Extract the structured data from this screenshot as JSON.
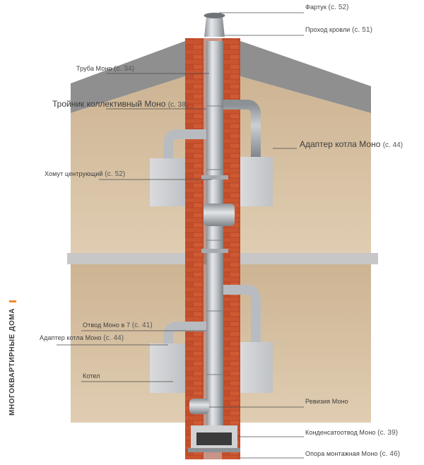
{
  "side_title": "МНОГОКВАРТИРНЫЕ ДОМА",
  "colors": {
    "accent": "#f08a24",
    "wall": "#d8c3a4",
    "brick": "#c14a2b",
    "steel": "#b9bec3"
  },
  "labels": [
    {
      "id": "fartuk",
      "name": "Фартук",
      "ref": "(с. 52)"
    },
    {
      "id": "prokhod",
      "name": "Проход кровли",
      "ref": "(с. 51)"
    },
    {
      "id": "truba",
      "name": "Труба Моно",
      "ref": "(с. 34)"
    },
    {
      "id": "troinik",
      "name": "Тройник коллективный Моно",
      "ref": "(с. 38)"
    },
    {
      "id": "adapter_top",
      "name": "Адаптер котла Моно",
      "ref": "(с. 44)"
    },
    {
      "id": "khomut",
      "name": "Хомут центрующий",
      "ref": "(с. 52)"
    },
    {
      "id": "otvod",
      "name": "Отвод Моно в 7",
      "ref": "(с. 41)"
    },
    {
      "id": "adapter_bottom",
      "name": "Адаптер котла Моно",
      "ref": "(с. 44)"
    },
    {
      "id": "kotel",
      "name": "Котел",
      "ref": ""
    },
    {
      "id": "reviziya",
      "name": "Ревизия Моно",
      "ref": ""
    },
    {
      "id": "kondensat",
      "name": "Конденсатоотвод Моно",
      "ref": "(с. 39)"
    },
    {
      "id": "opora",
      "name": "Опора монтажная Моно",
      "ref": "(с. 46)"
    }
  ]
}
